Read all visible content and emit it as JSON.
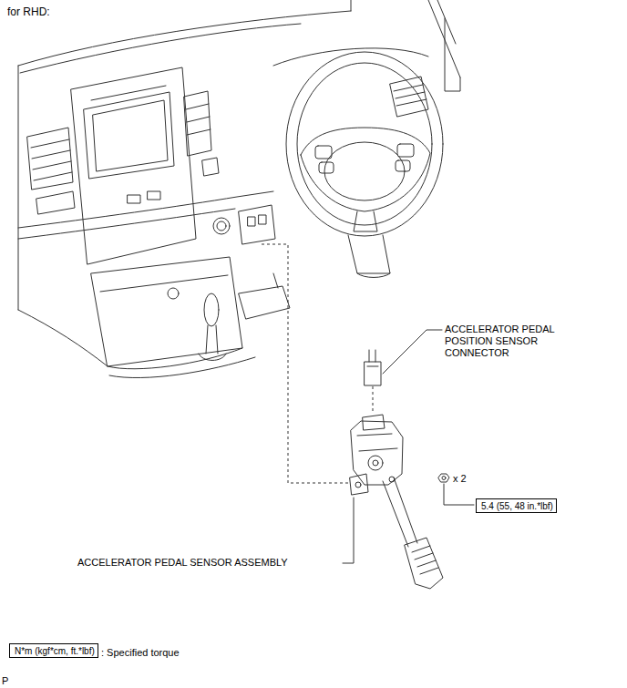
{
  "diagram": {
    "title": "for RHD:",
    "nodes": [
      {
        "text": [
          "5.4 (55, 48 in.*lbf)"
        ]
      },
      {
        "text": [
          "N*m (kgf*cm, ft.*lbf)"
        ]
      }
    ],
    "labels": [
      "ACCELERATOR PEDAL POSITION SENSOR CONNECTOR",
      "x 2",
      "ACCELERATOR PEDAL SENSOR ASSEMBLY",
      ": Specified torque",
      "P"
    ]
  }
}
